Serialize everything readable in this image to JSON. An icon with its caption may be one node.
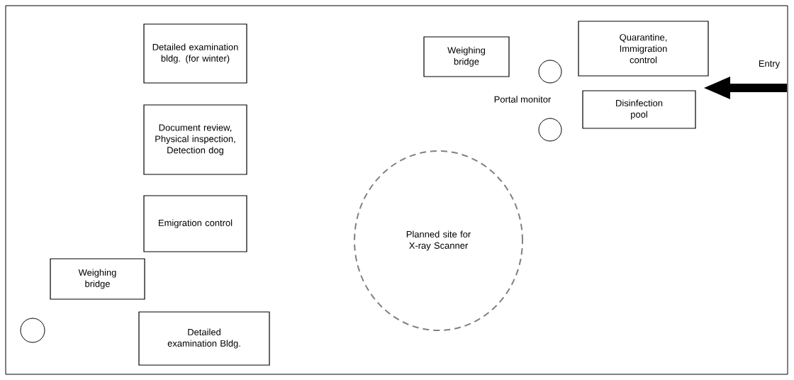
{
  "diagram": {
    "nodes": [
      {
        "text": [
          "Detailed examination bldg. (for winter)"
        ]
      },
      {
        "text": [
          "Weighing bridge"
        ]
      },
      {
        "text": [
          "Quarantine, Immigration control"
        ]
      },
      {
        "text": [],
        "shape": "circle"
      },
      {
        "text": [
          "Disinfection pool"
        ]
      },
      {
        "text": [],
        "shape": "circle"
      },
      {
        "text": [
          "Document review, Physical inspection, Detection dog"
        ]
      },
      {
        "text": [
          "Emigration control"
        ]
      },
      {
        "text": [
          "Planned site for X-ray Scanner"
        ]
      },
      {
        "text": [
          "Weighing bridge"
        ]
      },
      {
        "text": [],
        "shape": "circle"
      },
      {
        "text": [
          "Detailed examination Bldg."
        ]
      }
    ],
    "edges": [],
    "labels": [
      "Entry",
      "Portal monitor"
    ]
  }
}
